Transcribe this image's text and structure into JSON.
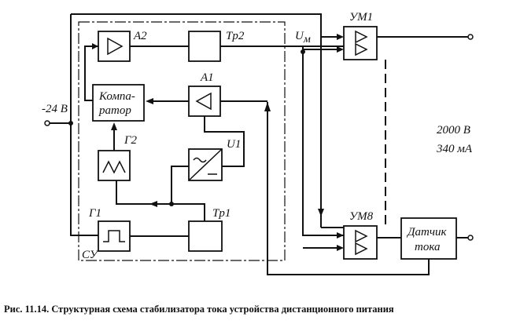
{
  "labels": {
    "A2": "A2",
    "Tp2": "Tp2",
    "A1": "A1",
    "comparator_line1": "Компа-",
    "comparator_line2": "ратор",
    "G2": "Г2",
    "U1": "U1",
    "G1": "Г1",
    "Tp1": "Tp1",
    "SU": "СУ",
    "supply": "-24 В",
    "Um_main": "U",
    "Um_sub": "м",
    "UM1": "УМ1",
    "UM8": "УМ8",
    "voltage": "2000 В",
    "current": "340 мА",
    "sensor_line1": "Датчик",
    "sensor_line2": "тока"
  },
  "caption": "Рис. 11.14. Структурная схема стабилизатора тока устройства дистанционного питания"
}
